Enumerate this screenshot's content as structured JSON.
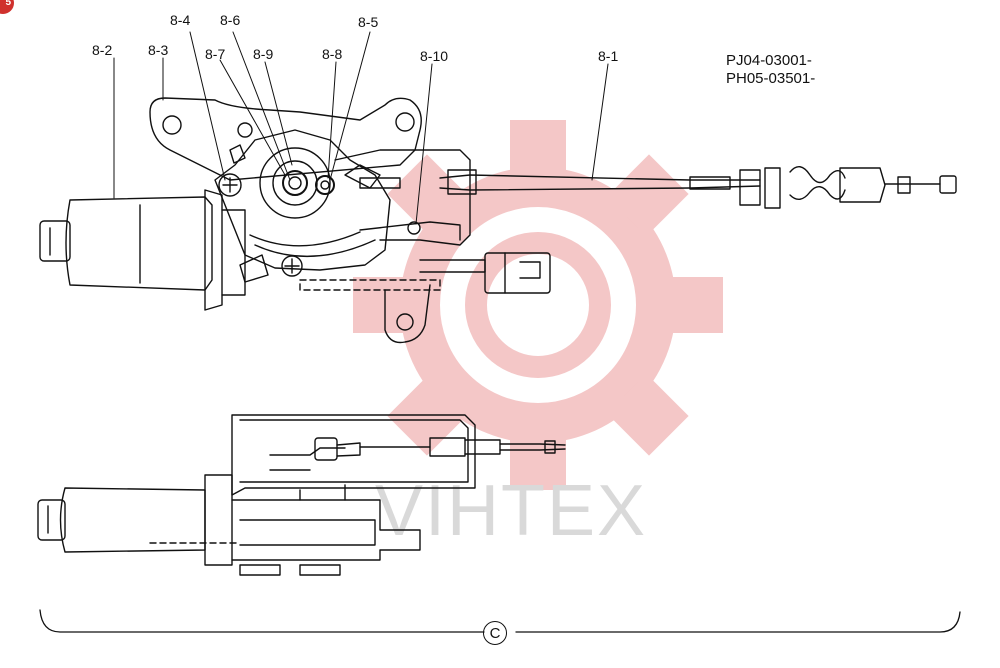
{
  "badge": {
    "text": "5"
  },
  "serials": [
    "PJ04-03001-",
    "PH05-03501-"
  ],
  "watermark": "VIHTEX",
  "colors": {
    "watermark_gear": "#f4c7c7",
    "ink": "#111111",
    "badge": "#d0312d"
  },
  "callouts": [
    {
      "id": "8-4",
      "label": "8-4"
    },
    {
      "id": "8-6",
      "label": "8-6"
    },
    {
      "id": "8-5",
      "label": "8-5"
    },
    {
      "id": "8-2",
      "label": "8-2"
    },
    {
      "id": "8-3",
      "label": "8-3"
    },
    {
      "id": "8-7",
      "label": "8-7"
    },
    {
      "id": "8-9",
      "label": "8-9"
    },
    {
      "id": "8-8",
      "label": "8-8"
    },
    {
      "id": "8-10",
      "label": "8-10"
    },
    {
      "id": "8-1",
      "label": "8-1"
    }
  ],
  "assembly_mark": "C",
  "icons": {
    "watermark": "gear-watermark-icon",
    "assembly": "circled-letter-icon"
  }
}
